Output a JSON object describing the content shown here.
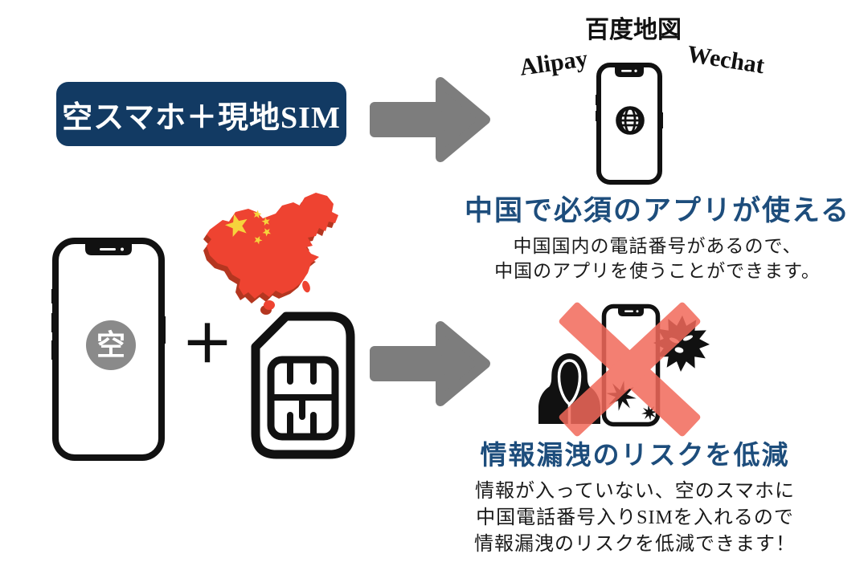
{
  "colors": {
    "source_box_navy": "#123a63",
    "heading_blue": "#1d4d7c",
    "arrow_gray": "#7d7d7d",
    "cross_red": "#f2695a",
    "map_red": "#ee4331",
    "map_shadow_red": "#b43620",
    "star_yellow": "#f6d33c",
    "empty_circle_gray": "#8a8a8a",
    "line_black": "#111111"
  },
  "top_flow": {
    "source_label": "空スマホ＋現地SIM",
    "apps": {
      "baidu_maps": "百度地図",
      "alipay": "Alipay",
      "wechat": "Wechat"
    },
    "benefit_heading": "中国で必須のアプリが使える",
    "benefit_lines": [
      "中国国内の電話番号があるので、",
      "中国のアプリを使うことができます。"
    ]
  },
  "bottom_flow": {
    "empty_phone_label": "空",
    "plus_sign": "＋",
    "benefit_heading": "情報漏洩のリスクを低減",
    "benefit_lines": [
      "情報が入っていない、空のスマホに",
      "中国電話番号入りSIMを入れるので",
      "情報漏洩のリスクを低減できます！"
    ]
  },
  "icons": {
    "arrow": "arrow-right-icon",
    "globe": "globe-icon",
    "app_phone": "smartphone-icon",
    "empty_phone": "smartphone-icon",
    "sim": "sim-card-icon",
    "china_map": "china-map-icon",
    "hacker": "hacker-icon",
    "virus": "virus-icon",
    "cross": "red-x-icon",
    "burst": "burst-icon"
  }
}
